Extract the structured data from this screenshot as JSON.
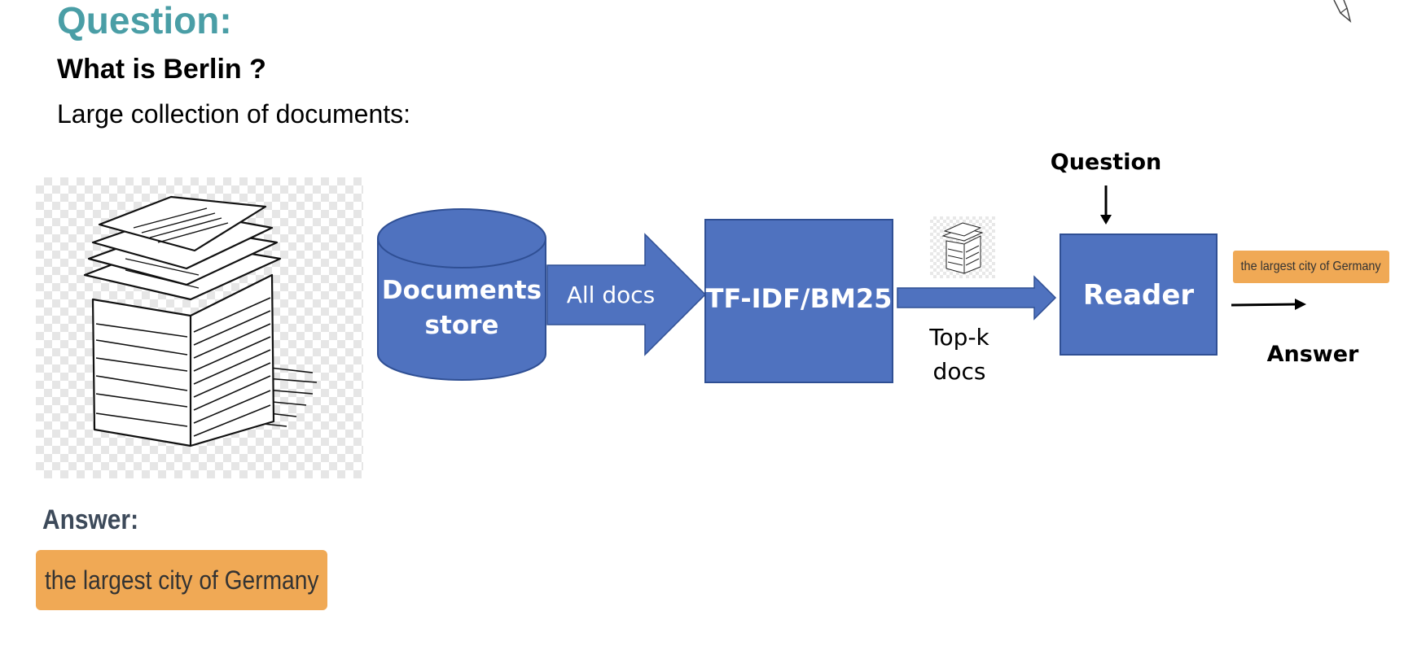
{
  "header": {
    "question_heading": "Question:",
    "question_text": "What is Berlin ?",
    "collection_text": "Large collection of documents:"
  },
  "images": {
    "documents_stack": "document-stack-icon",
    "top_k_thumbnail": "document-stack-icon",
    "corner": "pen-icon"
  },
  "answer": {
    "heading": "Answer:",
    "value": "the largest city of Germany"
  },
  "pipeline": {
    "store_label_line1": "Documents",
    "store_label_line2": "store",
    "all_docs_label": "All docs",
    "retriever_label": "TF-IDF/BM25",
    "top_k_line1": "Top-k",
    "top_k_line2": "docs",
    "question_input_label": "Question",
    "reader_label": "Reader",
    "reader_output": "the largest city of Germany",
    "answer_output_label": "Answer"
  },
  "colors": {
    "heading_teal": "#4a9ea6",
    "shape_blue": "#4f72bf",
    "shape_border": "#2f4f94",
    "answer_orange": "#f0a955"
  }
}
